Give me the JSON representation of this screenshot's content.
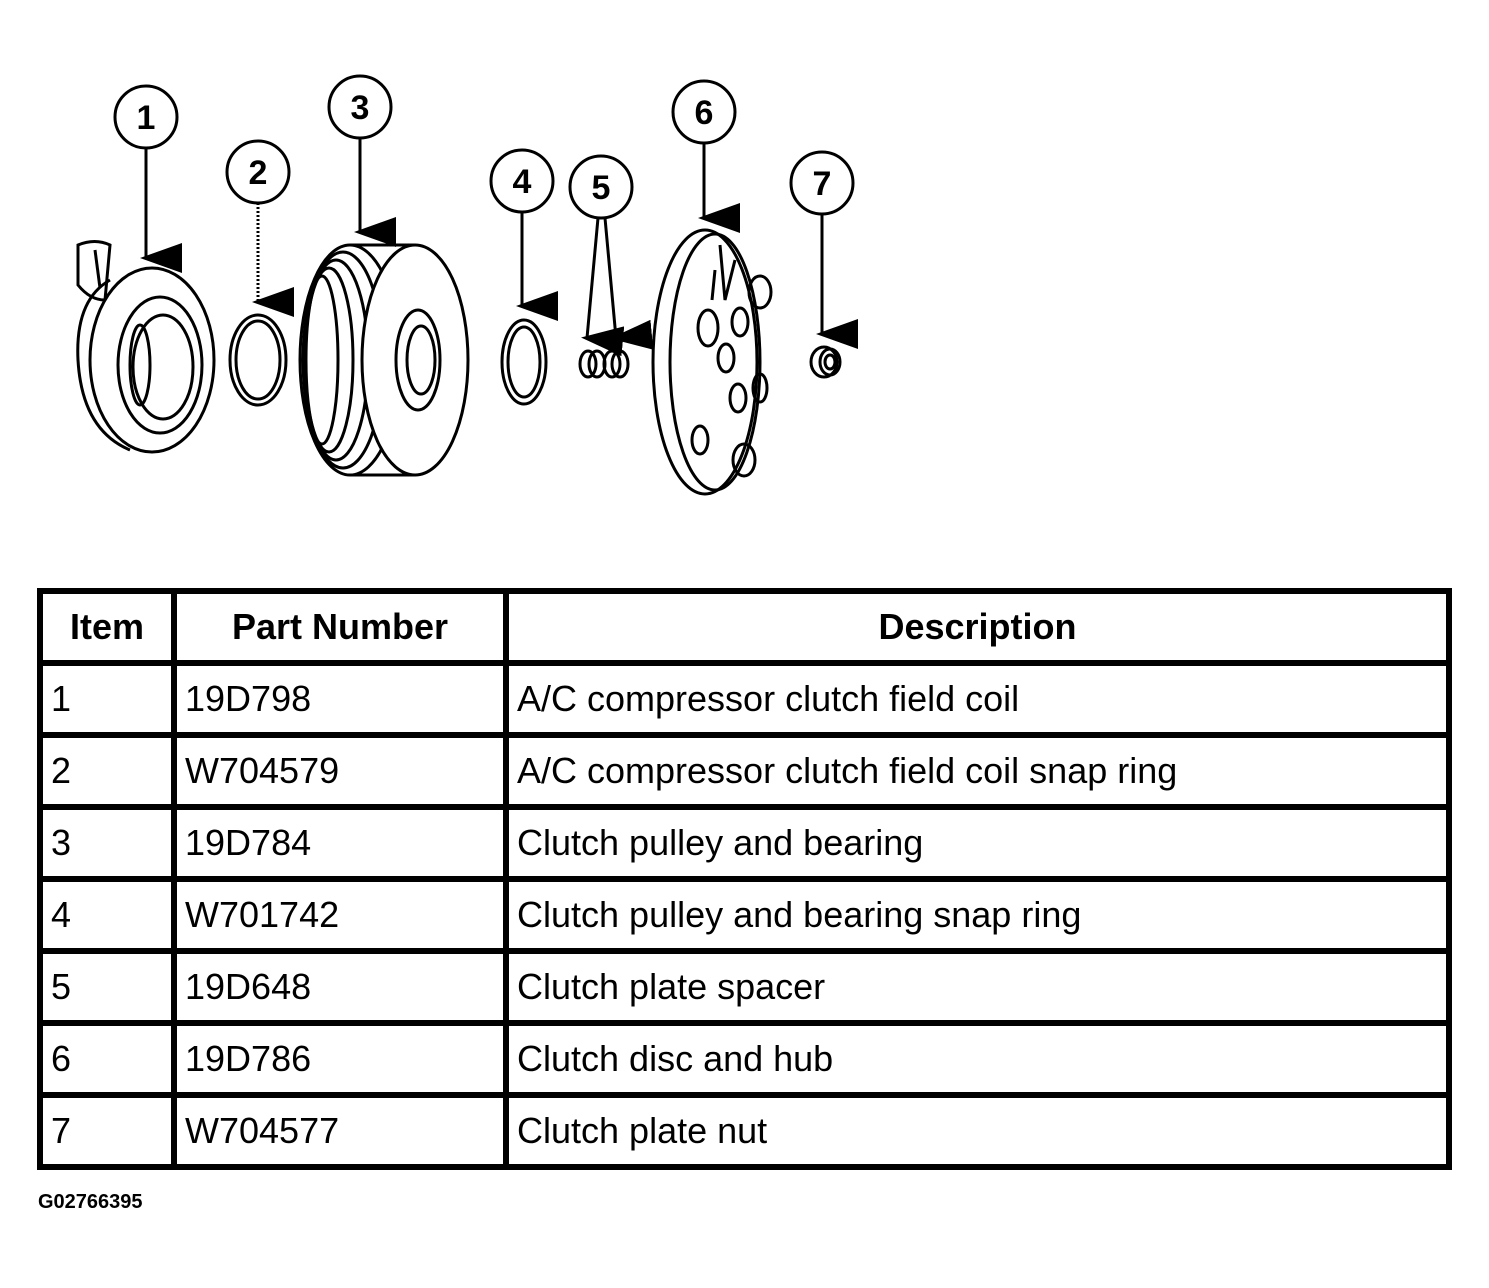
{
  "callouts": [
    "1",
    "2",
    "3",
    "4",
    "5",
    "6",
    "7"
  ],
  "table": {
    "headers": [
      "Item",
      "Part Number",
      "Description"
    ],
    "rows": [
      {
        "item": "1",
        "part_number": "19D798",
        "description": "A/C compressor clutch field coil"
      },
      {
        "item": "2",
        "part_number": "W704579",
        "description": "A/C compressor clutch field coil snap ring"
      },
      {
        "item": "3",
        "part_number": "19D784",
        "description": "Clutch pulley and bearing"
      },
      {
        "item": "4",
        "part_number": "W701742",
        "description": "Clutch pulley and bearing snap ring"
      },
      {
        "item": "5",
        "part_number": "19D648",
        "description": "Clutch plate spacer"
      },
      {
        "item": "6",
        "part_number": "19D786",
        "description": "Clutch disc and hub"
      },
      {
        "item": "7",
        "part_number": "W704577",
        "description": "Clutch plate nut"
      }
    ]
  },
  "figure_id": "G02766395"
}
